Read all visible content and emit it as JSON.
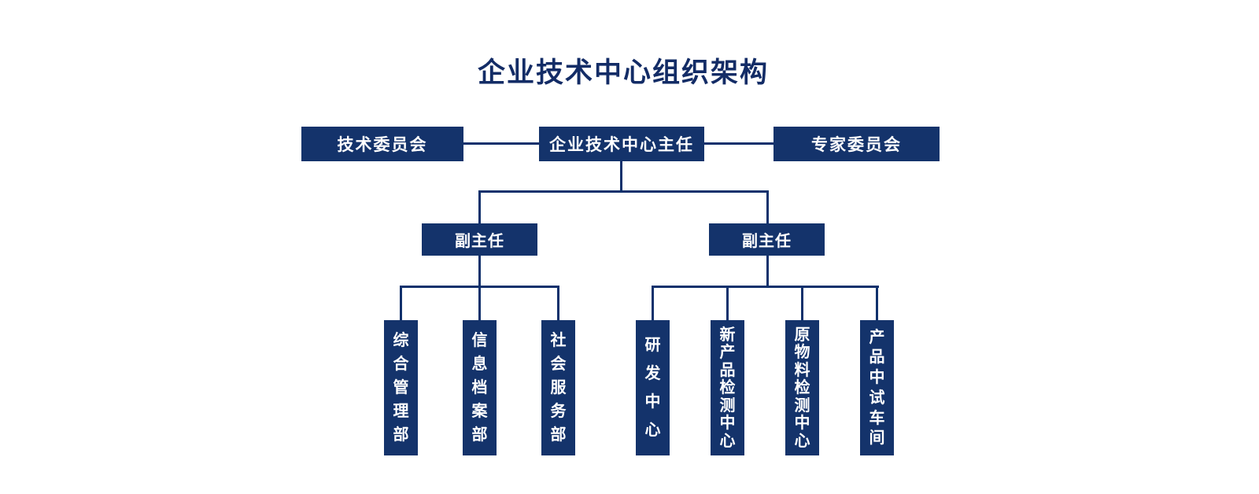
{
  "title": "企业技术中心组织架构",
  "colors": {
    "accent": "#14336b",
    "line": "#10316c",
    "title_text": "#132c66",
    "node_text": "#ffffff",
    "background": "#ffffff"
  },
  "nodes": {
    "committees": {
      "tech": "技术委员会",
      "director": "企业技术中心主任",
      "expert": "专家委员会"
    },
    "deputies": {
      "left": "副主任",
      "right": "副主任"
    },
    "departments_left": [
      "综合管理部",
      "信息档案部",
      "社会服务部"
    ],
    "departments_right": [
      "研发中心",
      "新产品检测中心",
      "原物料检测中心",
      "产品中试车间"
    ]
  }
}
